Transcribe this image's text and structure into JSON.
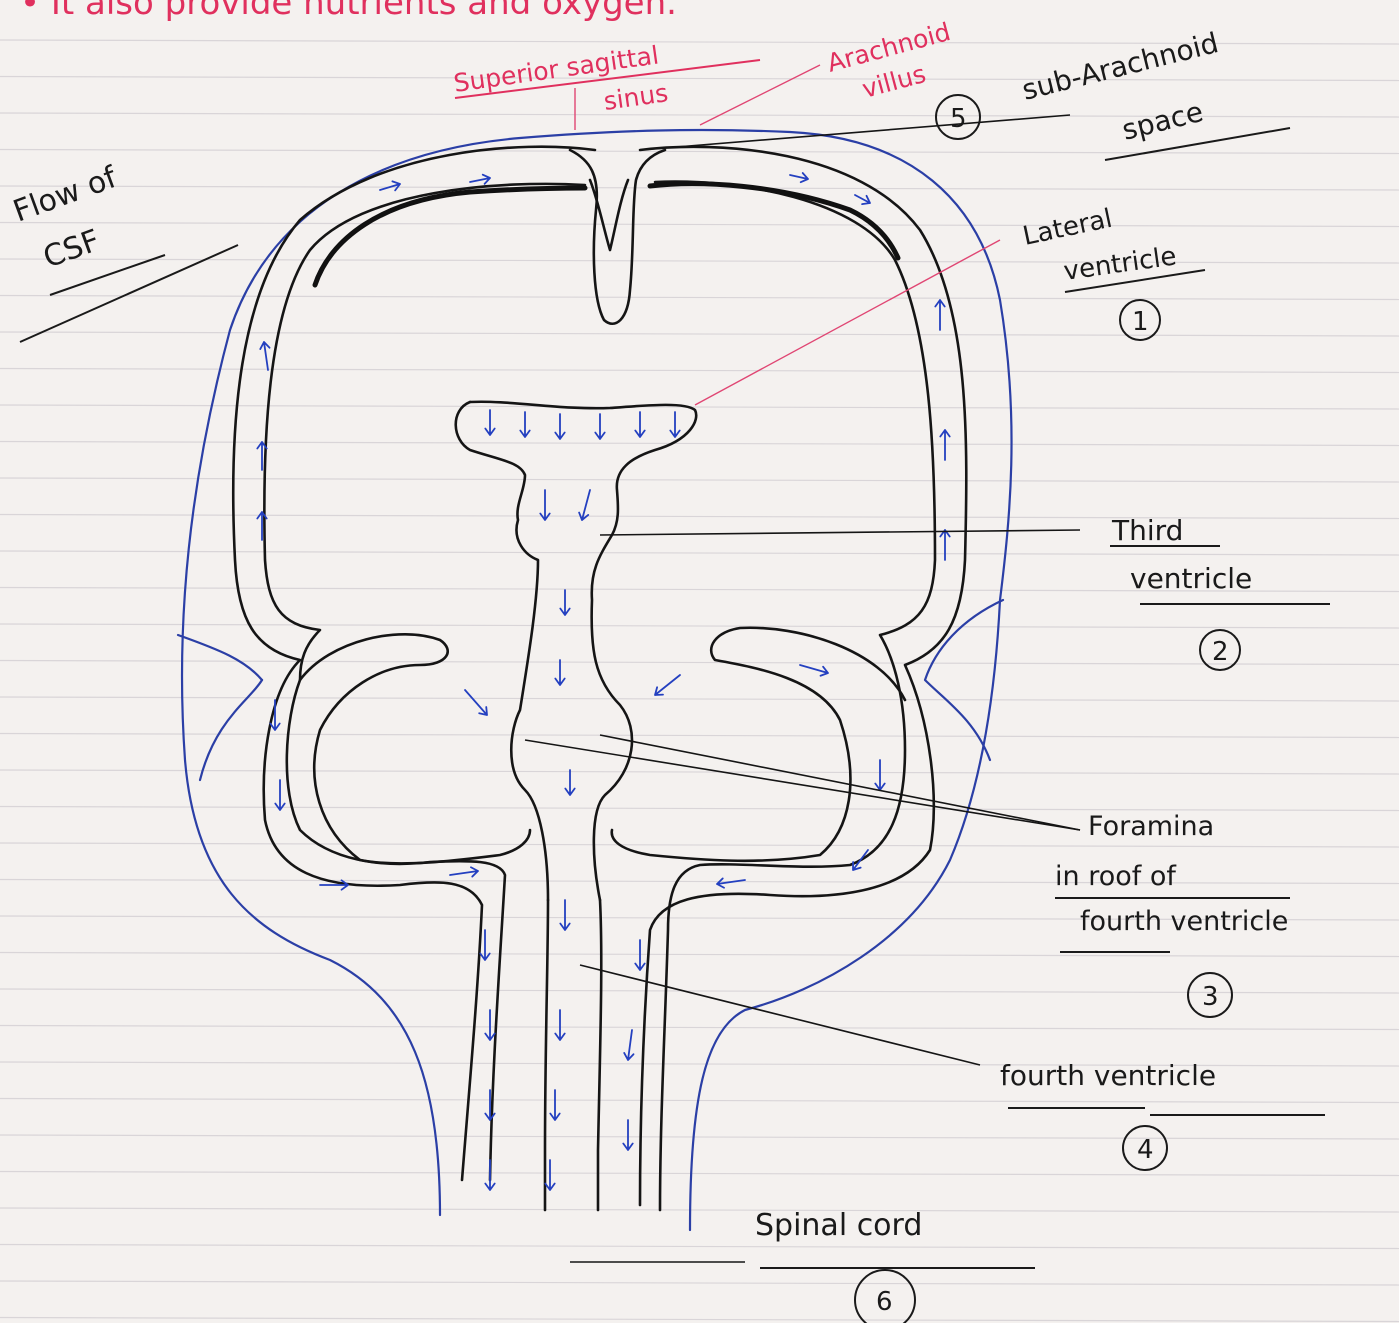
{
  "top_line": "• It also provide nutrients and oxygen.",
  "title": {
    "line1": "Flow of",
    "line2": "CSF"
  },
  "labels": {
    "superior_sagittal_sinus": {
      "line1": "Superior sagittal",
      "line2": "sinus"
    },
    "arachnoid_villus": {
      "line1": "Arachnoid",
      "line2": "villus"
    },
    "subarachnoid_space": {
      "line1": "sub-Arachnoid",
      "line2": "space"
    },
    "lateral_ventricle": {
      "line1": "Lateral",
      "line2": "ventricle"
    },
    "third_ventricle": {
      "line1": "Third",
      "line2": "ventricle"
    },
    "foramina": {
      "line1": "Foramina",
      "line2": "in roof of",
      "line3": "fourth ventricle"
    },
    "fourth_ventricle": {
      "line1": "fourth ventricle"
    },
    "spinal_cord": {
      "line1": "Spinal cord"
    }
  },
  "step_numbers": {
    "lateral_ventricle": "1",
    "third_ventricle": "2",
    "foramina": "3",
    "fourth_ventricle": "4",
    "arachnoid_villus": "5",
    "spinal_cord": "6"
  },
  "colors": {
    "outline_blue": "#2b3fa6",
    "ink": "#151515",
    "label_red": "#e0305e",
    "paper": "#f4f1ef"
  }
}
